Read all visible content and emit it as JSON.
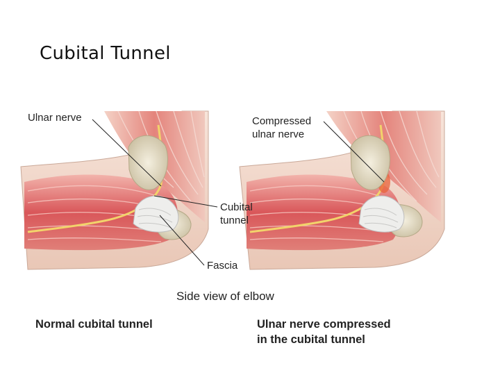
{
  "slide": {
    "title": "Cubital Tunnel"
  },
  "diagram": {
    "labels": {
      "ulnar_nerve": "Ulnar nerve",
      "compressed_line1": "Compressed",
      "compressed_line2": "ulnar nerve",
      "cubital_line1": "Cubital",
      "cubital_line2": "tunnel",
      "fascia": "Fascia"
    },
    "view_caption": "Side view of elbow",
    "panel_captions": {
      "normal": "Normal cubital tunnel",
      "compressed_line1": "Ulnar nerve compressed",
      "compressed_line2": "in the cubital tunnel"
    }
  },
  "colors": {
    "muscle": "#d9575a",
    "muscle_light": "#f0a7a0",
    "skin": "#f3d8cc",
    "bone": "#e5dcc0",
    "nerve": "#f2d36b",
    "tendon": "#e8e8e6",
    "inflamed": "#e8623a"
  }
}
